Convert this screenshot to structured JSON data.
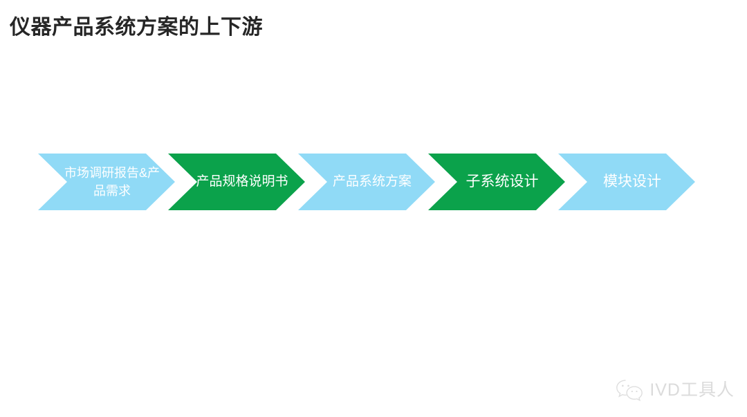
{
  "slide": {
    "title": "仪器产品系统方案的上下游",
    "background_color": "#ffffff"
  },
  "colors": {
    "title_text": "#262626",
    "chevron_blue": "#90DAF6",
    "chevron_green": "#0BA24B",
    "chevron_label_text": "#ffffff",
    "watermark_text": "#d8d8d8"
  },
  "process": {
    "name": "upstream-downstream-process-flow",
    "direction": "left-to-right",
    "steps": [
      {
        "index": 1,
        "label": "市场调研报告&产品需求",
        "color": "#90DAF6",
        "style": "blue",
        "lines": 2
      },
      {
        "index": 2,
        "label": "产品规格说明书",
        "color": "#0BA24B",
        "style": "green",
        "lines": 2
      },
      {
        "index": 3,
        "label": "产品系统方案",
        "color": "#90DAF6",
        "style": "blue",
        "lines": 2
      },
      {
        "index": 4,
        "label": "子系统设计",
        "color": "#0BA24B",
        "style": "green",
        "lines": 1
      },
      {
        "index": 5,
        "label": "模块设计",
        "color": "#90DAF6",
        "style": "blue",
        "lines": 1
      }
    ]
  },
  "watermark": {
    "icon": "wechat-icon",
    "text": "IVD工具人"
  }
}
